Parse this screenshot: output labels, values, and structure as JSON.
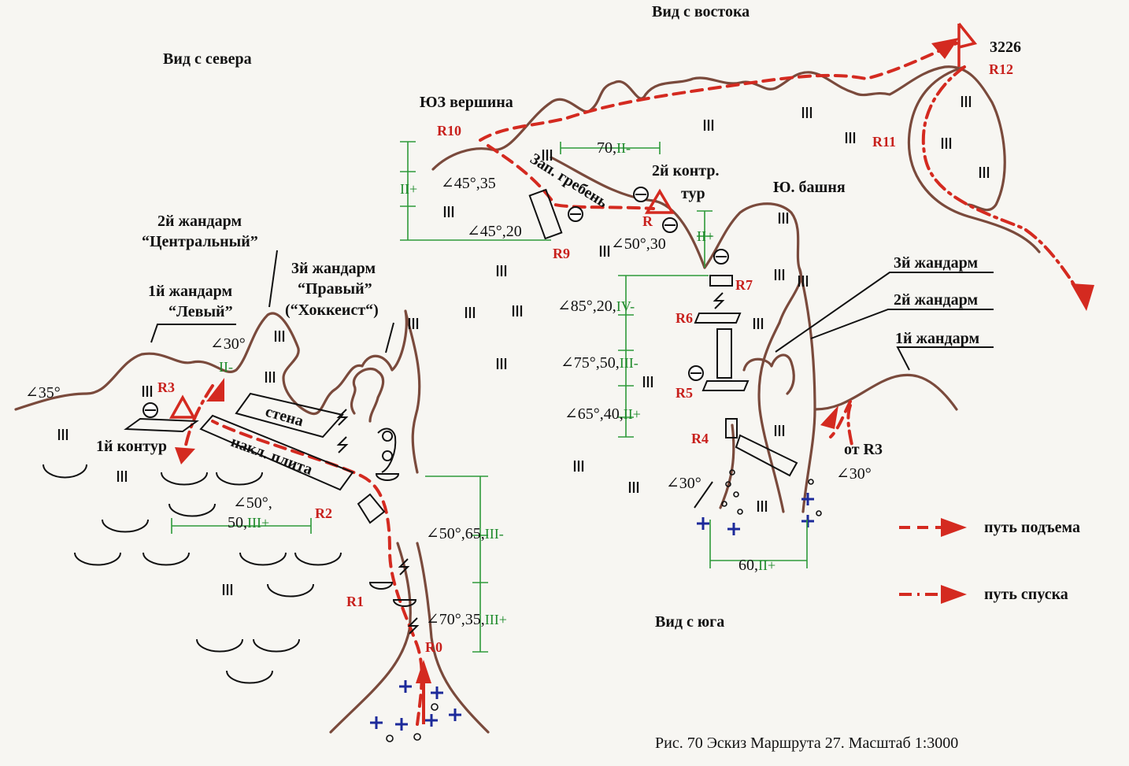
{
  "views": {
    "north": "Вид с севера",
    "east": "Вид с востока",
    "south": "Вид с юга"
  },
  "peaks": {
    "summit_height": "3226",
    "sw_summit": "ЮЗ вершина",
    "south_tower": "Ю. башня",
    "west_ridge": "Зап. гребень",
    "second_cairn_line1": "2й контр.",
    "second_cairn_line2": "тур",
    "first_cairn": "1й контур"
  },
  "gendarmes_north": {
    "g1_title": "1й жандарм",
    "g1_name": "“Левый”",
    "g2_title": "2й жандарм",
    "g2_name": "“Центральный”",
    "g3_title": "3й жандарм",
    "g3_name": "“Правый”",
    "g3_alias": "(“Хоккеист“)"
  },
  "gendarmes_south": {
    "g3": "3й жандарм",
    "g2": "2й жандарм",
    "g1": "1й жандарм"
  },
  "features": {
    "wall": "стена",
    "slab": "накл. плита",
    "from_r3": "от R3"
  },
  "points": {
    "r0": "R0",
    "r1": "R1",
    "r2": "R2",
    "r3": "R3",
    "r4": "R4",
    "r5": "R5",
    "r6": "R6",
    "r7": "R7",
    "r8": "R",
    "r9": "R9",
    "r10": "R10",
    "r11": "R11",
    "r12": "R12"
  },
  "pitches": {
    "p1": "∠70°,35,",
    "p1_grade": "III+",
    "p2": "∠50°,65,",
    "p2_grade": "III-",
    "p3a": "∠50°,",
    "p3b": "50,",
    "p3_grade": "III+",
    "p4": "∠30°",
    "p4_grade": "II-",
    "p5": "∠35°",
    "p6": "∠45°,35",
    "p7": "∠45°,20",
    "p8": "II+",
    "p9": "70,",
    "p9_grade": "II-",
    "p10": "∠50°,30",
    "p10_grade": "II+",
    "p11": "∠85°,20,",
    "p11_grade": "IV-",
    "p12": "∠75°,50,",
    "p12_grade": "III-",
    "p13": "∠65°,40,",
    "p13_grade": "II+",
    "p14": "∠30°",
    "p15": "∠30°",
    "p16": "60,",
    "p16_grade": "II+"
  },
  "legend": {
    "ascent": "путь подъема",
    "descent": "путь спуска"
  },
  "caption": "Рис. 70 Эскиз Маршрута 27. Масштаб 1:3000",
  "colors": {
    "route": "#d42a20",
    "ridge": "#7a4a3c",
    "grade": "#1d8a2a",
    "scree": "#1c2a9a"
  }
}
